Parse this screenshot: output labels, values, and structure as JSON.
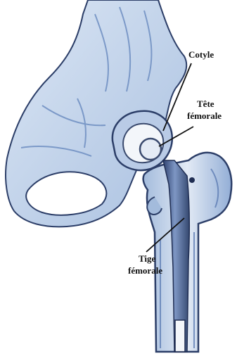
{
  "labels": {
    "cotyle": "Cotyle",
    "tete_line1": "Tête",
    "tete_line2": "fémorale",
    "tige_line1": "Tige",
    "tige_line2": "fémorale"
  },
  "colors": {
    "bone_fill": "#c9d8ec",
    "bone_shadow": "#6f8fc2",
    "bone_outline": "#2c3e68",
    "implant_fill": "#dfe6f0",
    "implant_dark": "#3a4a6e",
    "leader_line": "#111111"
  }
}
